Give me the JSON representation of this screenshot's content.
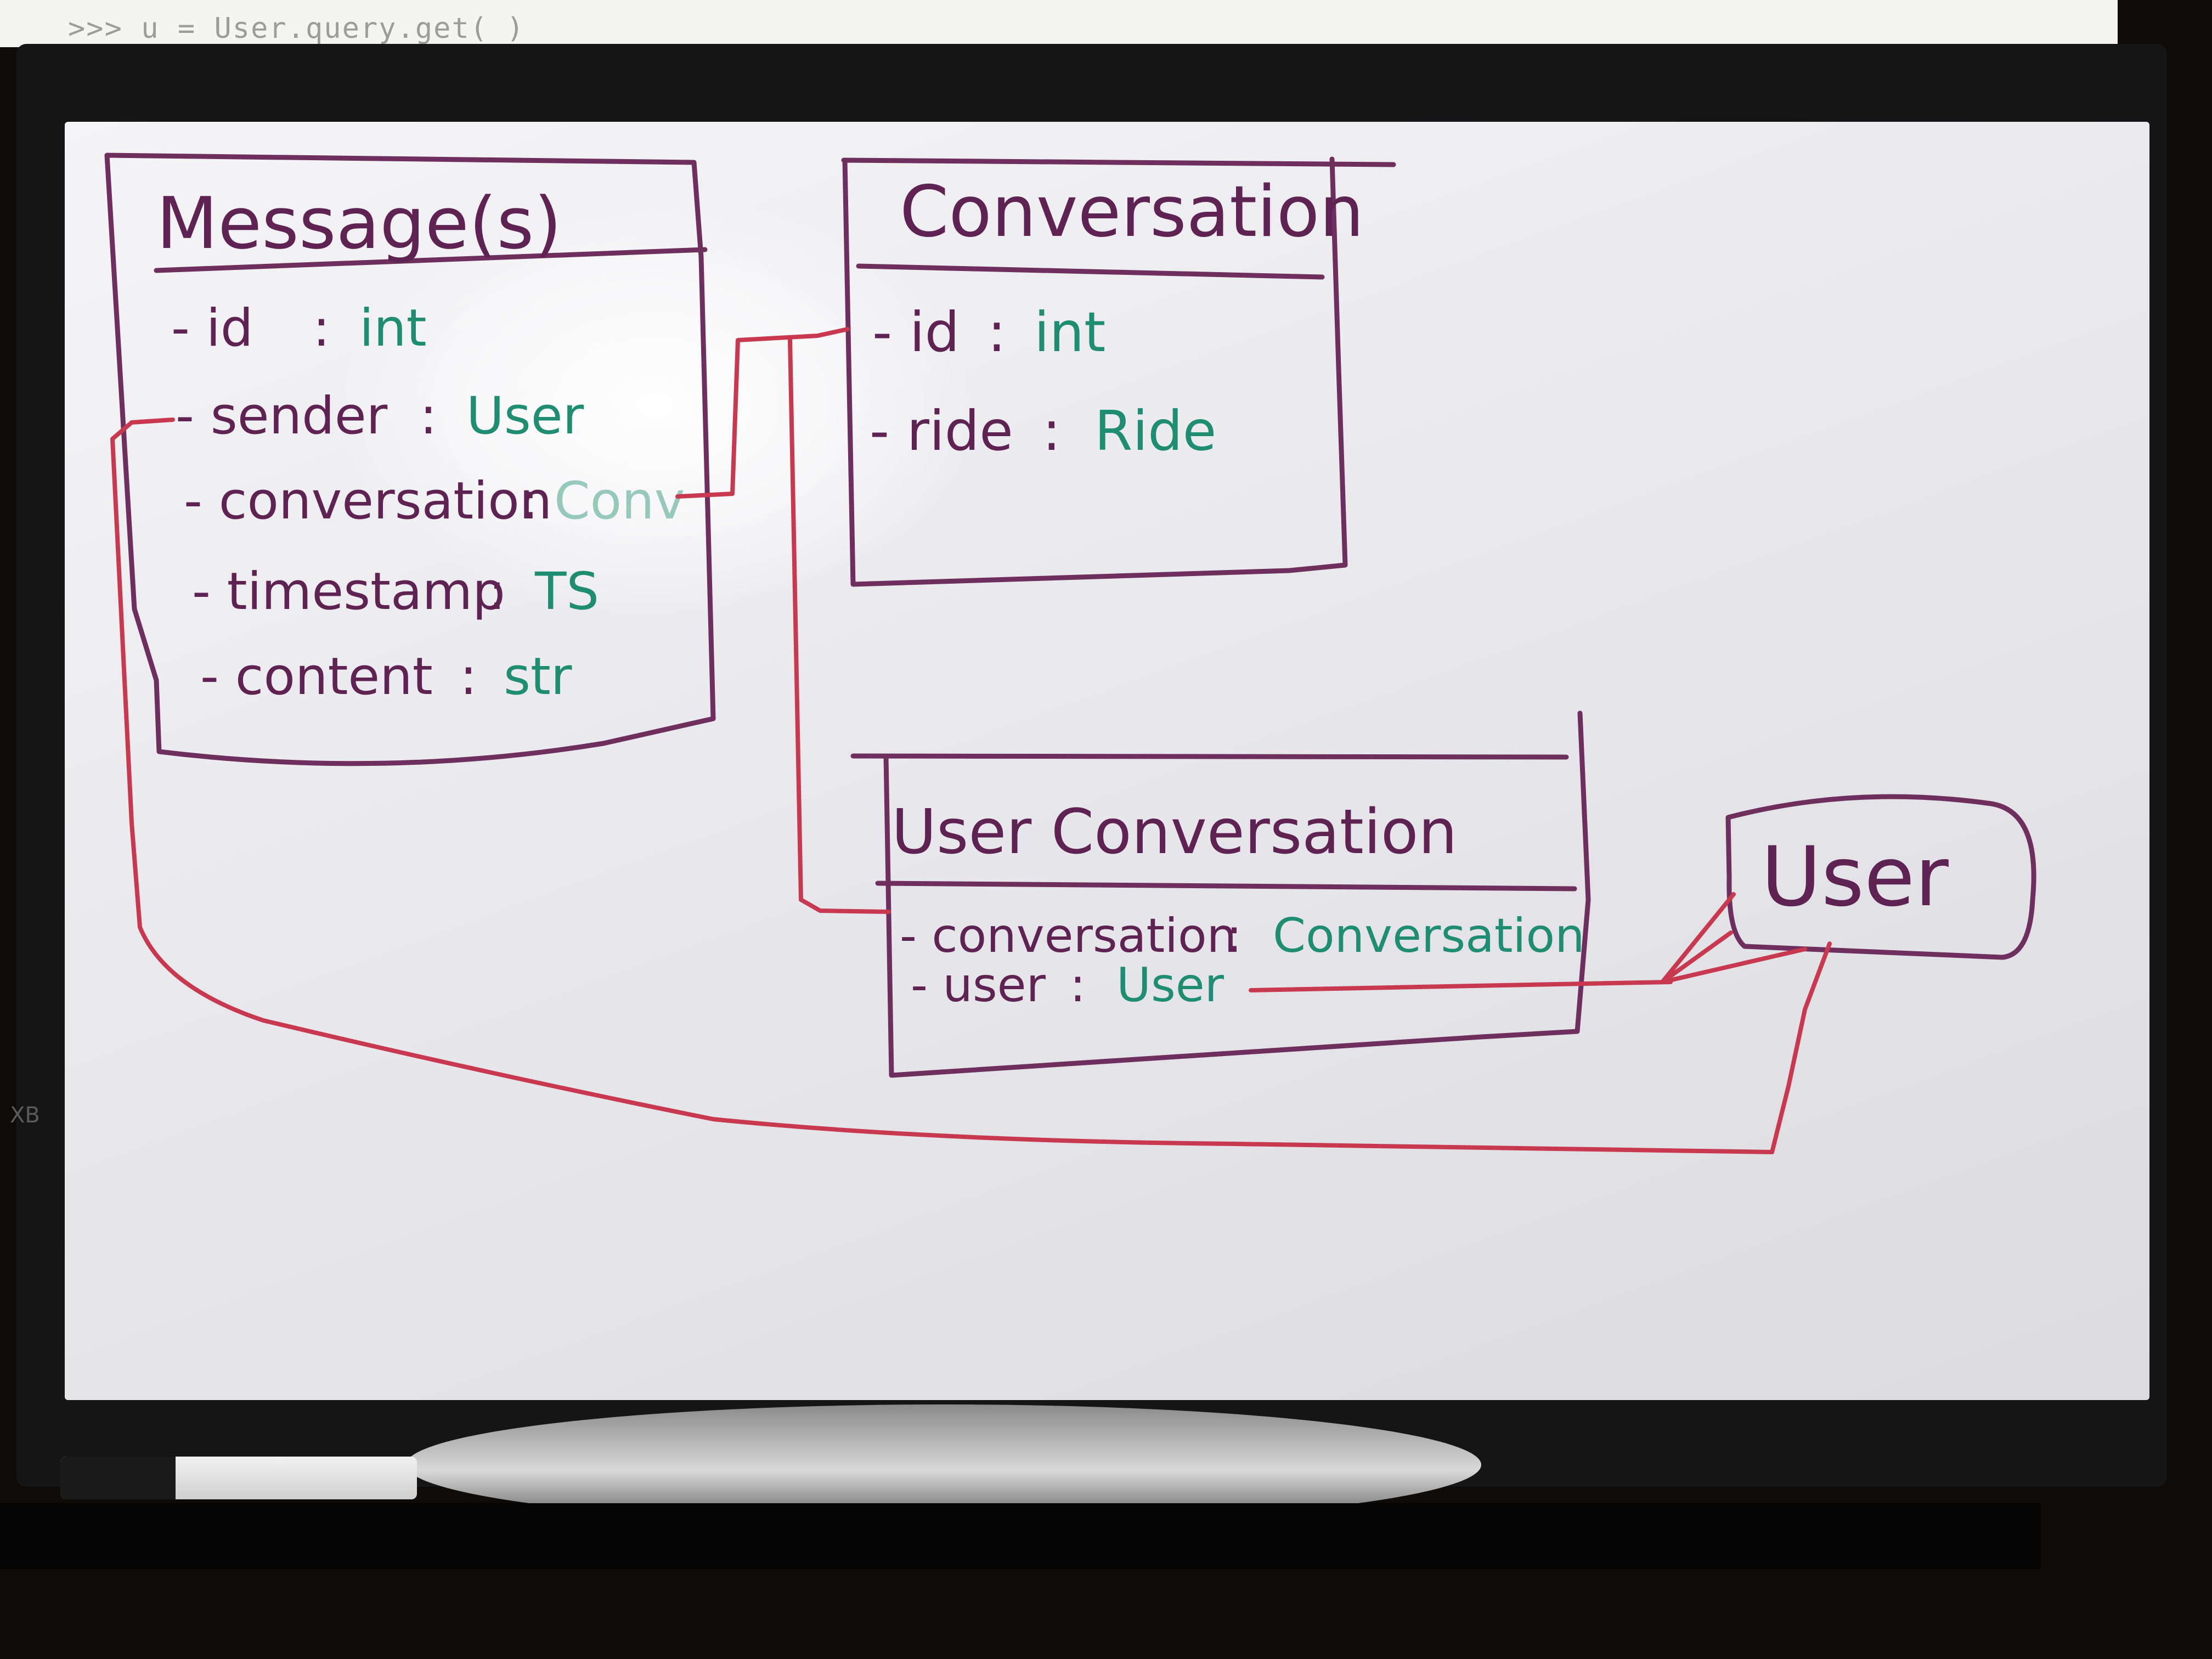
{
  "terminal": {
    "line": ">>> u = User.query.get( )"
  },
  "brand": "XB",
  "colors": {
    "box_ink": "#6e2f5e",
    "type_ink": "#1e8d72",
    "link_ink": "#c8394f"
  },
  "diagram": {
    "messages": {
      "title": "Message(s)",
      "fields": [
        {
          "name": "- id",
          "sep": ":",
          "type": "int"
        },
        {
          "name": "- sender",
          "sep": ":",
          "type": "User"
        },
        {
          "name": "- conversation",
          "sep": ":",
          "type": "Conv"
        },
        {
          "name": "- timestamp",
          "sep": ":",
          "type": "TS"
        },
        {
          "name": "- content",
          "sep": ":",
          "type": "str"
        }
      ]
    },
    "conversation": {
      "title": "Conversation",
      "fields": [
        {
          "name": "- id",
          "sep": ":",
          "type": "int"
        },
        {
          "name": "- ride",
          "sep": ":",
          "type": "Ride"
        }
      ]
    },
    "user_conversation": {
      "title": "User Conversation",
      "fields": [
        {
          "name": "- conversation",
          "sep": ":",
          "type": "Conversation"
        },
        {
          "name": "- user",
          "sep": ":",
          "type": "User"
        }
      ]
    },
    "user": {
      "title": "User"
    }
  }
}
